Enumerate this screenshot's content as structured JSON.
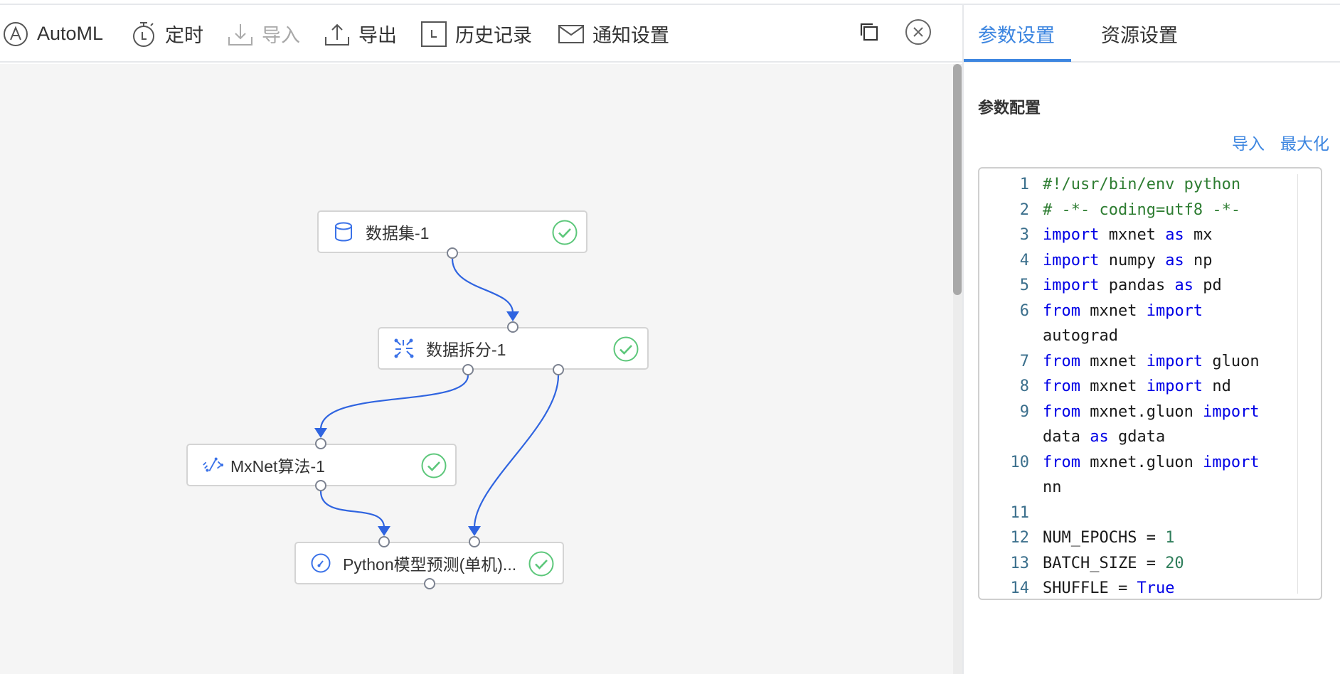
{
  "toolbar": {
    "items": [
      {
        "label": "AutoML",
        "icon": "automl-icon",
        "disabled": false
      },
      {
        "label": "定时",
        "icon": "timer-icon",
        "disabled": false
      },
      {
        "label": "导入",
        "icon": "import-icon",
        "disabled": true
      },
      {
        "label": "导出",
        "icon": "export-icon",
        "disabled": false
      },
      {
        "label": "历史记录",
        "icon": "history-icon",
        "disabled": false
      },
      {
        "label": "通知设置",
        "icon": "mail-icon",
        "disabled": false
      }
    ],
    "right_icons": [
      "restore-window-icon",
      "close-circle-icon"
    ]
  },
  "canvas": {
    "nodes": [
      {
        "id": "n1",
        "label": "数据集-1",
        "icon": "database-icon",
        "status": "success"
      },
      {
        "id": "n2",
        "label": "数据拆分-1",
        "icon": "split-icon",
        "status": "success"
      },
      {
        "id": "n3",
        "label": "MxNet算法-1",
        "icon": "algorithm-icon",
        "status": "success"
      },
      {
        "id": "n4",
        "label": "Python模型预测(单机)...",
        "icon": "predict-icon",
        "status": "success"
      }
    ],
    "edges": [
      {
        "from": "n1",
        "to": "n2"
      },
      {
        "from": "n2",
        "to": "n3"
      },
      {
        "from": "n2",
        "to": "n4"
      },
      {
        "from": "n3",
        "to": "n4"
      }
    ]
  },
  "panel": {
    "tabs": [
      {
        "label": "参数设置",
        "active": true
      },
      {
        "label": "资源设置",
        "active": false
      }
    ],
    "section_title": "参数配置",
    "links": {
      "import": "导入",
      "maximize": "最大化"
    },
    "code_lines": [
      {
        "n": "1",
        "tokens": [
          [
            "cm",
            "#!/usr/bin/env python"
          ]
        ]
      },
      {
        "n": "2",
        "tokens": [
          [
            "cm",
            "# -*- coding=utf8 -*-"
          ]
        ]
      },
      {
        "n": "3",
        "tokens": [
          [
            "kw",
            "import"
          ],
          [
            "",
            " mxnet "
          ],
          [
            "kw",
            "as"
          ],
          [
            "",
            " mx"
          ]
        ]
      },
      {
        "n": "4",
        "tokens": [
          [
            "kw",
            "import"
          ],
          [
            "",
            " numpy "
          ],
          [
            "kw",
            "as"
          ],
          [
            "",
            " np"
          ]
        ]
      },
      {
        "n": "5",
        "tokens": [
          [
            "kw",
            "import"
          ],
          [
            "",
            " pandas "
          ],
          [
            "kw",
            "as"
          ],
          [
            "",
            " pd"
          ]
        ]
      },
      {
        "n": "6",
        "tokens": [
          [
            "kw",
            "from"
          ],
          [
            "",
            " mxnet "
          ],
          [
            "kw",
            "import"
          ]
        ]
      },
      {
        "n": "",
        "tokens": [
          [
            "",
            "autograd"
          ]
        ]
      },
      {
        "n": "7",
        "tokens": [
          [
            "kw",
            "from"
          ],
          [
            "",
            " mxnet "
          ],
          [
            "kw",
            "import"
          ],
          [
            "",
            " gluon"
          ]
        ]
      },
      {
        "n": "8",
        "tokens": [
          [
            "kw",
            "from"
          ],
          [
            "",
            " mxnet "
          ],
          [
            "kw",
            "import"
          ],
          [
            "",
            " nd"
          ]
        ]
      },
      {
        "n": "9",
        "tokens": [
          [
            "kw",
            "from"
          ],
          [
            "",
            " mxnet.gluon "
          ],
          [
            "kw",
            "import"
          ]
        ]
      },
      {
        "n": "",
        "tokens": [
          [
            "",
            "data "
          ],
          [
            "kw",
            "as"
          ],
          [
            "",
            " gdata"
          ]
        ]
      },
      {
        "n": "10",
        "tokens": [
          [
            "kw",
            "from"
          ],
          [
            "",
            " mxnet.gluon "
          ],
          [
            "kw",
            "import"
          ]
        ]
      },
      {
        "n": "",
        "tokens": [
          [
            "",
            "nn"
          ]
        ]
      },
      {
        "n": "11",
        "tokens": []
      },
      {
        "n": "12",
        "tokens": [
          [
            "",
            "NUM_EPOCHS = "
          ],
          [
            "nm",
            "1"
          ]
        ]
      },
      {
        "n": "13",
        "tokens": [
          [
            "",
            "BATCH_SIZE = "
          ],
          [
            "nm",
            "20"
          ]
        ]
      },
      {
        "n": "14",
        "tokens": [
          [
            "",
            "SHUFFLE = "
          ],
          [
            "kw",
            "True"
          ]
        ]
      }
    ]
  },
  "colors": {
    "accent": "#3d86e0",
    "edge": "#2f64e0",
    "success": "#5cc77a",
    "canvas_bg": "#f5f5f5"
  }
}
